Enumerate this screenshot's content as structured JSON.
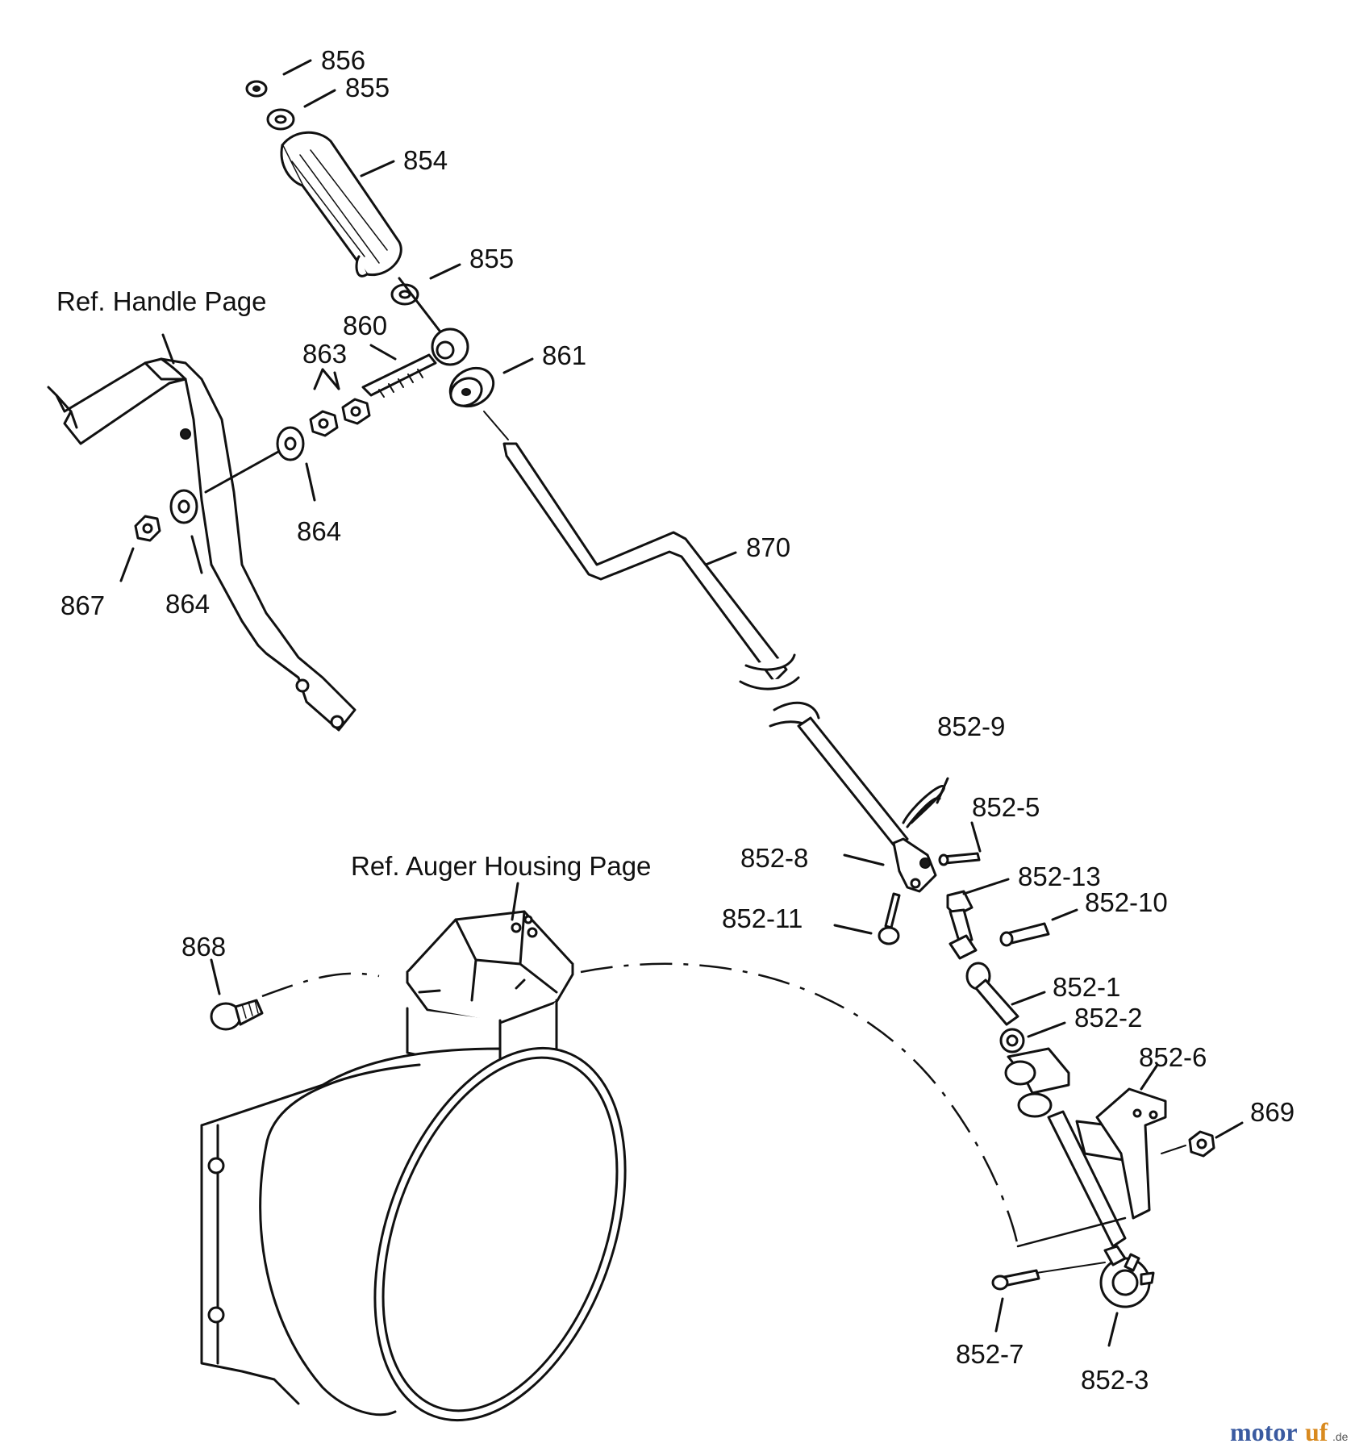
{
  "references": {
    "handle_page": "Ref. Handle Page",
    "auger_housing_page": "Ref. Auger Housing Page"
  },
  "callouts": {
    "856": "856",
    "855_top": "855",
    "854": "854",
    "855_mid": "855",
    "860": "860",
    "863": "863",
    "861": "861",
    "864_upper": "864",
    "864_lower": "864",
    "867": "867",
    "870": "870",
    "852_9": "852-9",
    "852_5": "852-5",
    "852_8": "852-8",
    "852_13": "852-13",
    "852_10": "852-10",
    "852_11": "852-11",
    "852_1": "852-1",
    "852_2": "852-2",
    "852_6": "852-6",
    "869": "869",
    "868": "868",
    "852_7": "852-7",
    "852_3": "852-3"
  },
  "watermark": {
    "brand_part1": "motor",
    "brand_part2": "uf",
    "tld": ".de",
    "colors": {
      "part1": "#3a5aa0",
      "part2": "#d98a1f"
    }
  }
}
